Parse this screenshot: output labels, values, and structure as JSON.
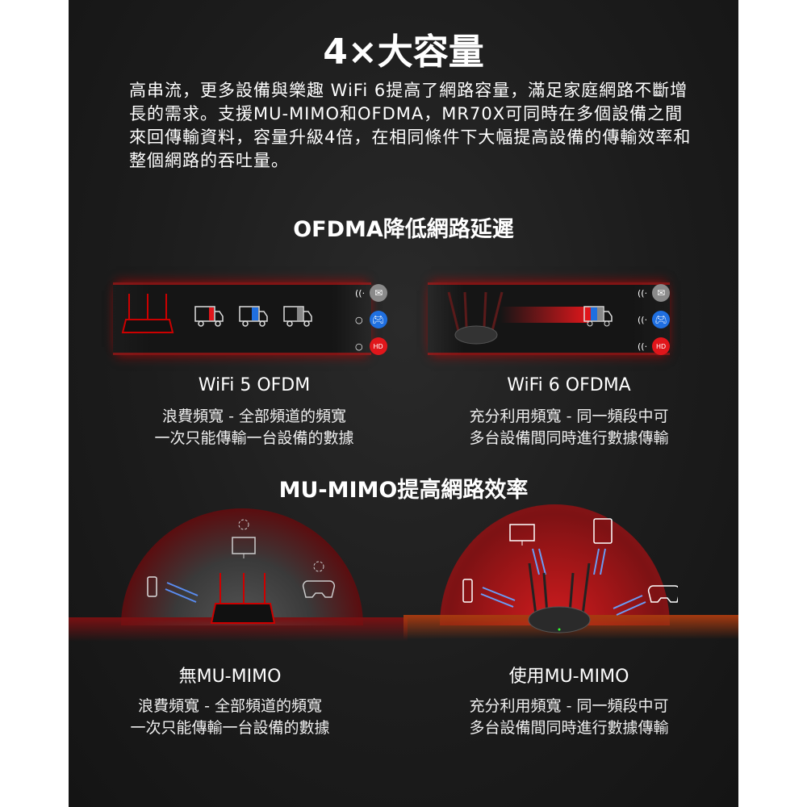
{
  "title": "4×大容量",
  "intro": "高串流，更多設備與樂趣 WiFi 6提高了網路容量，滿足家庭網路不斷增長的需求。支援MU-MIMO和OFDMA，MR70X可同時在多個設備之間來回傳輸資料，容量升級4倍，在相同條件下大幅提高設備的傳輸效率和整個網路的吞吐量。",
  "ofdma": {
    "heading": "OFDMA降低網路延遲",
    "left": {
      "caption": "WiFi 5 OFDM",
      "desc1": "浪費頻寬 - 全部頻道的頻寬",
      "desc2": "一次只能傳輸一台設備的數據"
    },
    "right": {
      "caption": "WiFi 6 OFDMA",
      "desc1": "充分利用頻寬 - 同一頻段中可",
      "desc2": "多台設備間同時進行數據傳輸"
    },
    "hd_label": "HD"
  },
  "mumimo": {
    "heading": "MU-MIMO提高網路效率",
    "left": {
      "caption": "無MU-MIMO",
      "desc1": "浪費頻寬 - 全部頻道的頻寬",
      "desc2": "一次只能傳輸一台設備的數據"
    },
    "right": {
      "caption": "使用MU-MIMO",
      "desc1": "充分利用頻寬 - 同一頻段中可",
      "desc2": "多台設備間同時進行數據傳輸"
    }
  },
  "colors": {
    "red": "#e0161b",
    "blue": "#1f6fe0",
    "gray": "#8a8a8a"
  }
}
